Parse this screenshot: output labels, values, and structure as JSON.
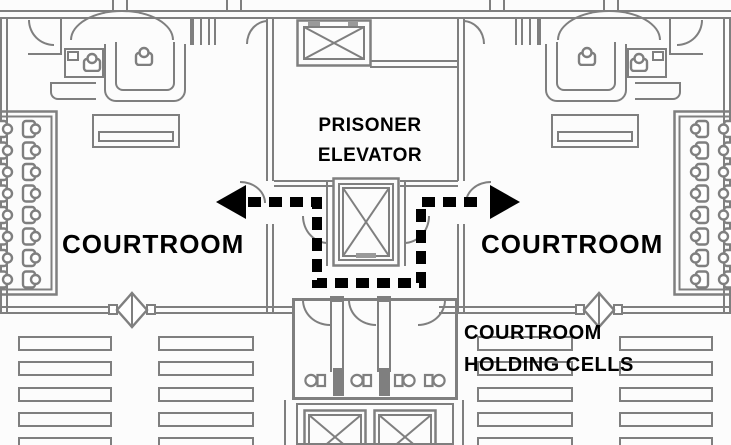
{
  "page": {
    "type": "courthouse-floor-plan",
    "background": "#fcfcfc",
    "wall_color": "#7f7f7f",
    "route_color": "#000000",
    "text_color": "#000000"
  },
  "labels": {
    "courtroom_left": "COURTROOM",
    "courtroom_right": "COURTROOM",
    "prisoner_line1": "PRISONER",
    "prisoner_line2": "ELEVATOR",
    "holding_line1": "COURTROOM",
    "holding_line2": "HOLDING CELLS"
  },
  "route": {
    "style": "dashed",
    "color": "#000000",
    "description": "dashed circulation path from prisoner elevator splitting left and right into both courtrooms",
    "arrow_left": "points into left courtroom",
    "arrow_right": "points into right courtroom"
  },
  "symbols": [
    "elevator-x-icon",
    "door-swing-arc-icon",
    "double-door-icon",
    "chair-icon",
    "gallery-bench-icon",
    "toilet-icon",
    "stairs-icon",
    "jury-box",
    "judge-bench",
    "holding-cell"
  ]
}
